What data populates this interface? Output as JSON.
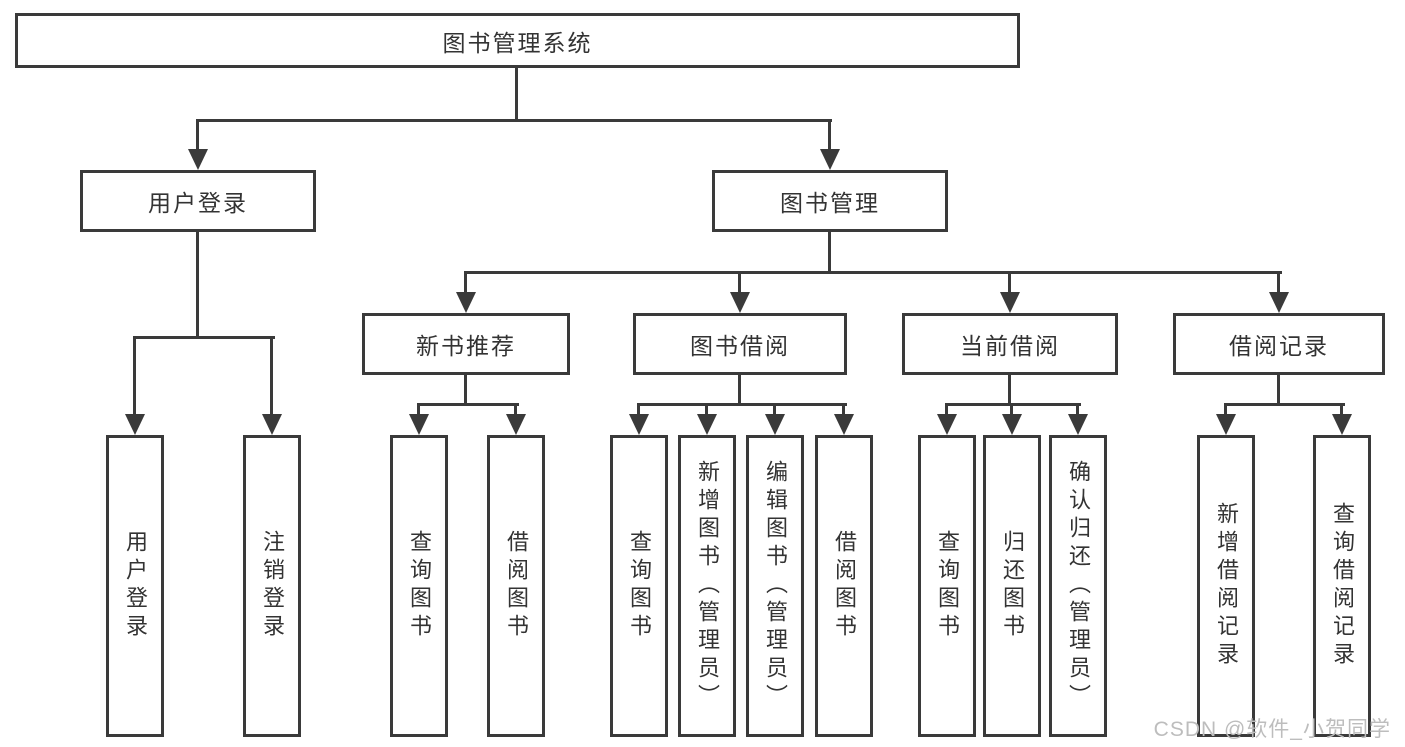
{
  "tree": {
    "root": "图书管理系统",
    "login": {
      "label": "用户登录",
      "children": [
        "用户登录",
        "注销登录"
      ]
    },
    "management": {
      "label": "图书管理",
      "groups": [
        {
          "label": "新书推荐",
          "children": [
            "查询图书",
            "借阅图书"
          ]
        },
        {
          "label": "图书借阅",
          "children": [
            "查询图书",
            "新增图书（管理员）",
            "编辑图书（管理员）",
            "借阅图书"
          ]
        },
        {
          "label": "当前借阅",
          "children": [
            "查询图书",
            "归还图书",
            "确认归还（管理员）"
          ]
        },
        {
          "label": "借阅记录",
          "children": [
            "新增借阅记录",
            "查询借阅记录"
          ]
        }
      ]
    }
  },
  "watermark": "CSDN @软件_小贺同学",
  "colors": {
    "line": "#3a3a3a",
    "text": "#333333",
    "background": "#ffffff",
    "watermark": "#bdbdbd"
  }
}
